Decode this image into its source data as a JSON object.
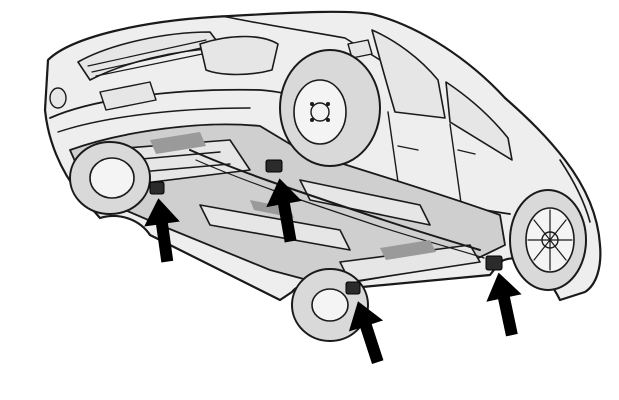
{
  "illustration": {
    "subject": "vehicle-underbody",
    "view": "underside-perspective",
    "lift_points": [
      {
        "id": "front-left",
        "arrow": "up-arrow-icon"
      },
      {
        "id": "front-right",
        "arrow": "up-arrow-icon"
      },
      {
        "id": "rear-left",
        "arrow": "up-arrow-icon"
      },
      {
        "id": "rear-right",
        "arrow": "up-arrow-icon"
      }
    ],
    "colors": {
      "ink": "#1a1a1a",
      "body": "#eeeeee",
      "shade": "#cfcfcf",
      "arrow": "#000000"
    }
  }
}
